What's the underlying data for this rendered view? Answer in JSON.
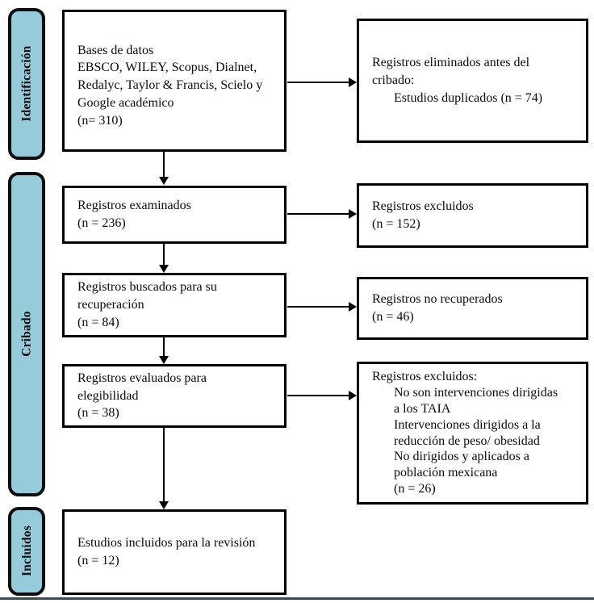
{
  "diagram": {
    "kind": "prisma-flow",
    "language": "es",
    "stage_fill_color": "#96CBDA",
    "box_border_color": "#000000",
    "bottom_rule_color": "#3E4A52"
  },
  "stages": [
    {
      "label": "Identificación"
    },
    {
      "label": "Cribado"
    },
    {
      "label": "Incluidos"
    }
  ],
  "boxes": {
    "databases": {
      "lines": [
        "Bases de datos",
        "EBSCO, WILEY, Scopus, Dialnet,",
        "Redalyc, Taylor & Francis, Scielo y",
        "Google académico",
        "(n= 310)"
      ]
    },
    "removed_before_screening": {
      "lines": [
        "Registros eliminados antes del",
        "cribado:",
        "Estudios duplicados  (n = 74)"
      ]
    },
    "records_screened": {
      "lines": [
        "Registros examinados",
        "(n = 236)"
      ]
    },
    "records_excluded": {
      "lines": [
        "Registros excluidos",
        "(n = 152)"
      ]
    },
    "records_sought": {
      "lines": [
        "Registros buscados para su",
        "recuperación",
        "(n = 84)"
      ]
    },
    "records_not_retrieved": {
      "lines": [
        "Registros no recuperados",
        "(n = 46)"
      ]
    },
    "records_assessed": {
      "lines": [
        "Registros evaluados para",
        "elegibilidad",
        "(n = 38)"
      ]
    },
    "records_excluded_reasons": {
      "lines": [
        "Registros excluidos:",
        "No son intervenciones dirigidas",
        "a los TAIA",
        "Intervenciones dirigidos a la",
        "reducción de peso/ obesidad",
        "No dirigidos y aplicados a",
        "población mexicana",
        "(n = 26)"
      ]
    },
    "studies_included": {
      "lines": [
        "Estudios incluidos para la revisión",
        "(n = 12)"
      ]
    }
  }
}
